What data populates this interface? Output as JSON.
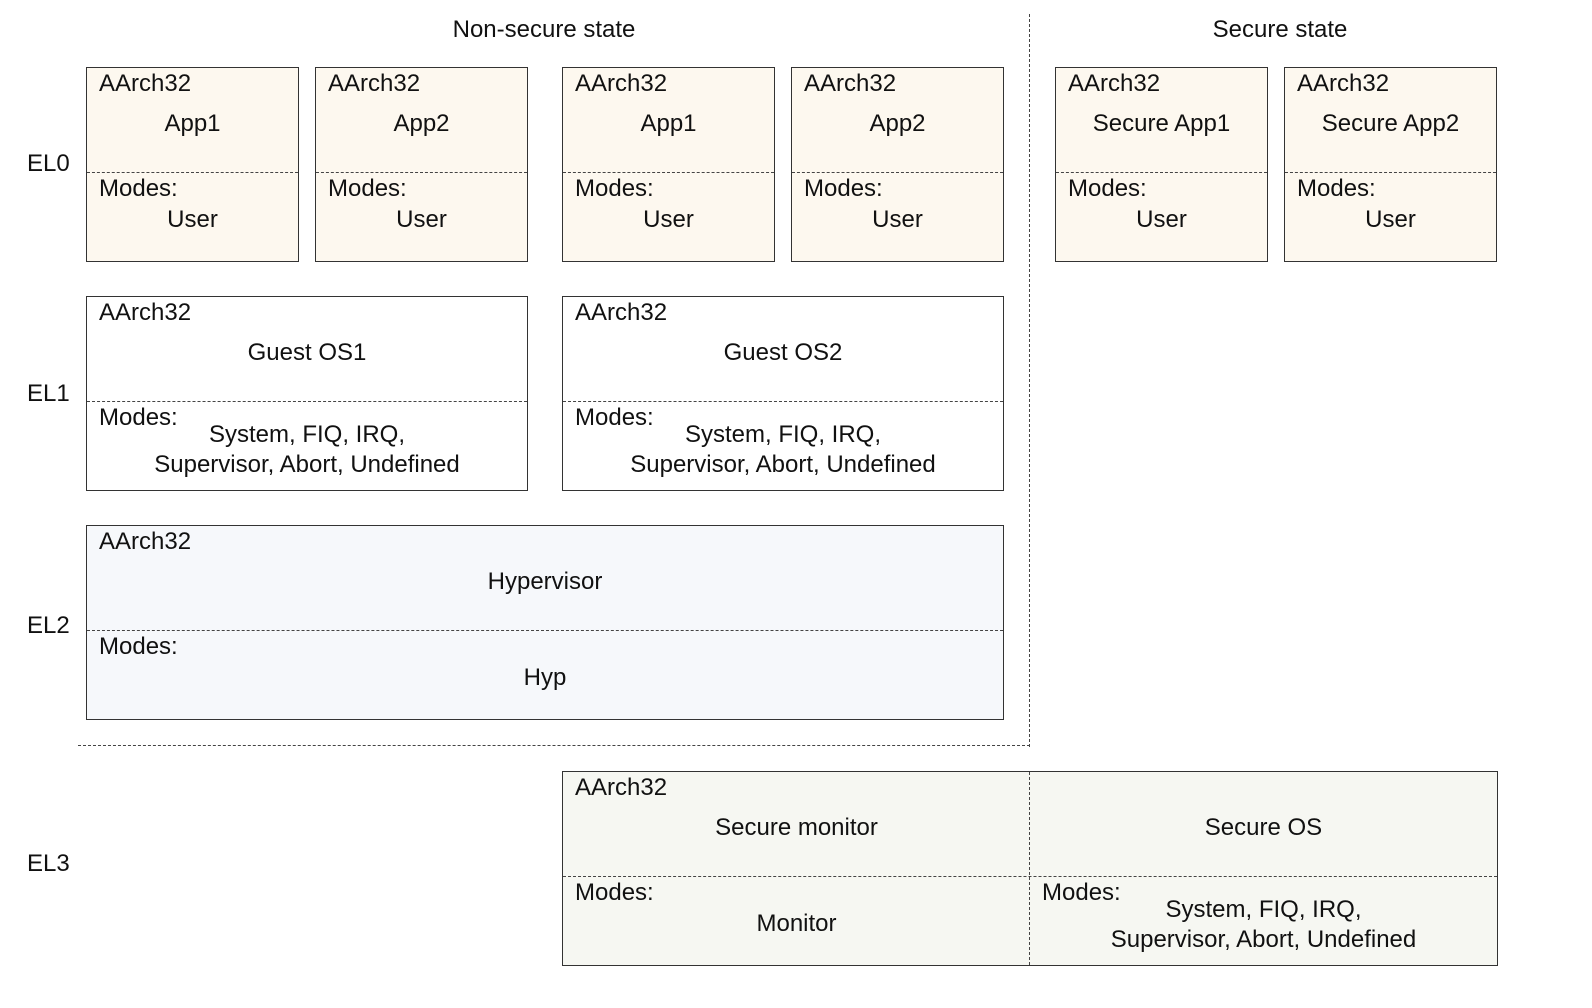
{
  "headings": {
    "non_secure": "Non-secure state",
    "secure": "Secure state"
  },
  "levels": {
    "el0": "EL0",
    "el1": "EL1",
    "el2": "EL2",
    "el3": "EL3"
  },
  "common": {
    "arch": "AArch32",
    "modes": "Modes:"
  },
  "el0": {
    "apps": [
      {
        "name": "App1",
        "mode": "User"
      },
      {
        "name": "App2",
        "mode": "User"
      },
      {
        "name": "App1",
        "mode": "User"
      },
      {
        "name": "App2",
        "mode": "User"
      },
      {
        "name": "Secure App1",
        "mode": "User"
      },
      {
        "name": "Secure App2",
        "mode": "User"
      }
    ]
  },
  "el1": {
    "guests": [
      {
        "name": "Guest OS1",
        "modes_line1": "System, FIQ, IRQ,",
        "modes_line2": "Supervisor, Abort, Undefined"
      },
      {
        "name": "Guest OS2",
        "modes_line1": "System, FIQ, IRQ,",
        "modes_line2": "Supervisor, Abort, Undefined"
      }
    ]
  },
  "el2": {
    "name": "Hypervisor",
    "mode": "Hyp"
  },
  "el3": {
    "monitor": {
      "name": "Secure monitor",
      "mode": "Monitor"
    },
    "secure_os": {
      "name": "Secure OS",
      "modes_line1": "System, FIQ, IRQ,",
      "modes_line2": "Supervisor, Abort, Undefined"
    }
  }
}
